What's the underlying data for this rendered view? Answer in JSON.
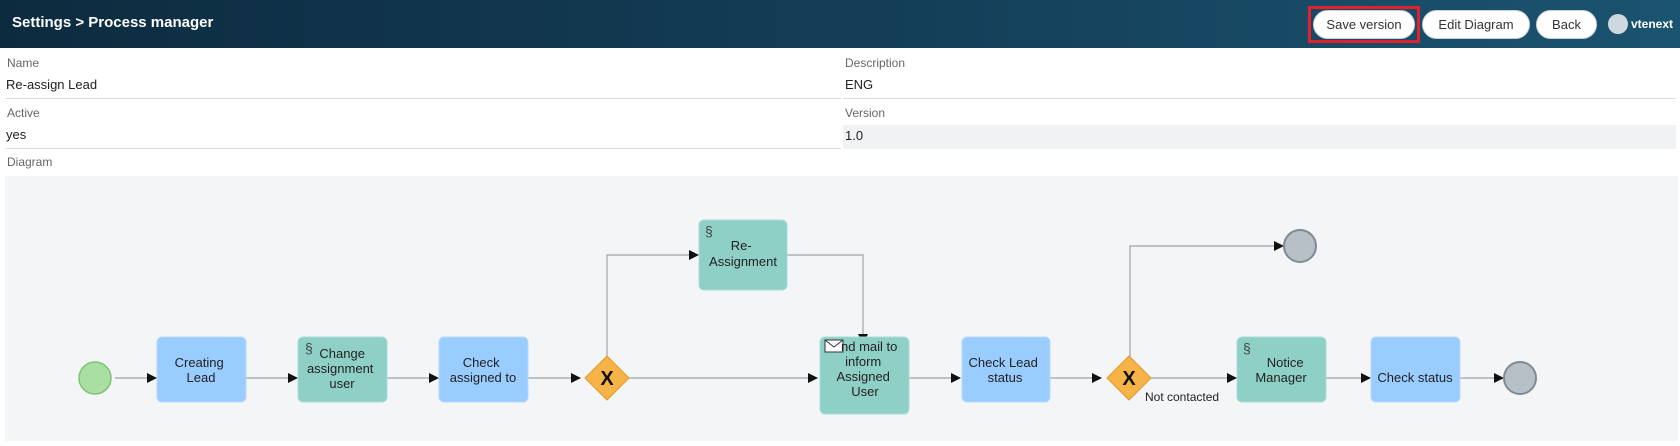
{
  "header": {
    "breadcrumb": "Settings > Process manager",
    "save_version": "Save version",
    "edit_diagram": "Edit Diagram",
    "back": "Back",
    "logo_text": "vtenext"
  },
  "form": {
    "name_label": "Name",
    "name_value": "Re-assign Lead",
    "description_label": "Description",
    "description_value": "ENG",
    "active_label": "Active",
    "active_value": "yes",
    "version_label": "Version",
    "version_value": "1.0",
    "diagram_label": "Diagram"
  },
  "diagram": {
    "nodes": {
      "creating_lead": [
        "Creating",
        "Lead"
      ],
      "change_user": [
        "Change",
        "assignment",
        "user"
      ],
      "check_assigned": [
        "Check",
        "assigned to"
      ],
      "reassignment": [
        "Re-",
        "Assignment"
      ],
      "send_mail": [
        "nd mail to",
        "inform",
        "Assigned",
        "User"
      ],
      "check_lead_status": [
        "Check Lead",
        "status"
      ],
      "notice_manager": [
        "Notice",
        "Manager"
      ],
      "check_status": [
        "Check status"
      ]
    },
    "edge_label_not_contacted": "Not contacted",
    "gateway_symbol": "X"
  },
  "colors": {
    "header_bg": "#123a52",
    "task_blue": "#99ccff",
    "task_teal": "#8fd0c6",
    "start_green": "#a9dfa3",
    "end_grey": "#b7c0c7",
    "gateway": "#f6b347",
    "highlight_red": "#e0222d"
  }
}
